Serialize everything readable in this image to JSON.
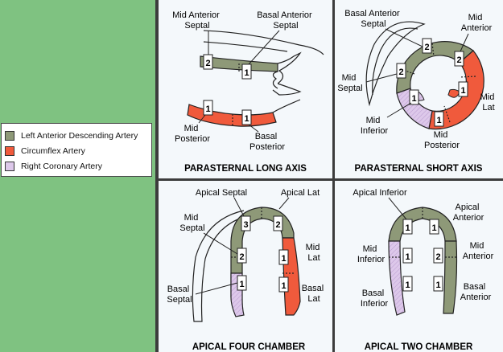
{
  "legend": {
    "items": [
      {
        "label": "Left Anterior Descending Artery",
        "color": "#8e9978"
      },
      {
        "label": "Circumflex Artery",
        "color": "#f05a3c"
      },
      {
        "label": "Right Coronary Artery",
        "color": "#ddc8ea"
      }
    ]
  },
  "colors": {
    "lad": "#8e9978",
    "cx": "#f05a3c",
    "rca": "#ddc8ea",
    "panel": "#f4f8fb"
  },
  "panels": {
    "plax": {
      "title": "PARASTERNAL LONG AXIS",
      "labels": {
        "mid_anterior_septal": [
          "Mid Anterior",
          "Septal"
        ],
        "basal_anterior_septal": [
          "Basal Anterior",
          "Septal"
        ],
        "mid_posterior": [
          "Mid",
          "Posterior"
        ],
        "basal_posterior": [
          "Basal",
          "Posterior"
        ]
      },
      "numbers": {
        "mid_anterior_septal": "2",
        "basal_anterior_septal": "1",
        "mid_posterior": "1",
        "basal_posterior": "1"
      }
    },
    "psax": {
      "title": "PARASTERNAL SHORT AXIS",
      "labels": {
        "basal_anterior_septal": [
          "Basal Anterior",
          "Septal"
        ],
        "mid_anterior": [
          "Mid",
          "Anterior"
        ],
        "mid_septal": [
          "Mid",
          "Septal"
        ],
        "mid_lat": [
          "Mid",
          "Lat"
        ],
        "mid_inferior": [
          "Mid",
          "Inferior"
        ],
        "mid_posterior": [
          "Mid",
          "Posterior"
        ]
      },
      "numbers": {
        "n1": "2",
        "n2": "2",
        "n3": "2",
        "n4": "1",
        "n5": "1",
        "n6": "1"
      }
    },
    "a4c": {
      "title": "APICAL FOUR CHAMBER",
      "labels": {
        "apical_septal": "Apical Septal",
        "apical_lat": "Apical Lat",
        "mid_septal": [
          "Mid",
          "Septal"
        ],
        "mid_lat": [
          "Mid",
          "Lat"
        ],
        "basal_septal": [
          "Basal",
          "Septal"
        ],
        "basal_lat": [
          "Basal",
          "Lat"
        ]
      },
      "numbers": {
        "apical_septal": "3",
        "apical_lat": "2",
        "mid_septal": "2",
        "mid_lat": "1",
        "basal_septal": "1",
        "basal_lat": "1"
      }
    },
    "a2c": {
      "title": "APICAL TWO CHAMBER",
      "labels": {
        "apical_inferior": "Apical Inferior",
        "apical_anterior": [
          "Apical",
          "Anterior"
        ],
        "mid_inferior": [
          "Mid",
          "Inferior"
        ],
        "mid_anterior": [
          "Mid",
          "Anterior"
        ],
        "basal_inferior": [
          "Basal",
          "Inferior"
        ],
        "basal_anterior": [
          "Basal",
          "Anterior"
        ]
      },
      "numbers": {
        "apical_inferior": "1",
        "apical_anterior": "1",
        "mid_inferior": "1",
        "mid_anterior": "2",
        "basal_inferior": "1",
        "basal_anterior": "1"
      }
    }
  }
}
